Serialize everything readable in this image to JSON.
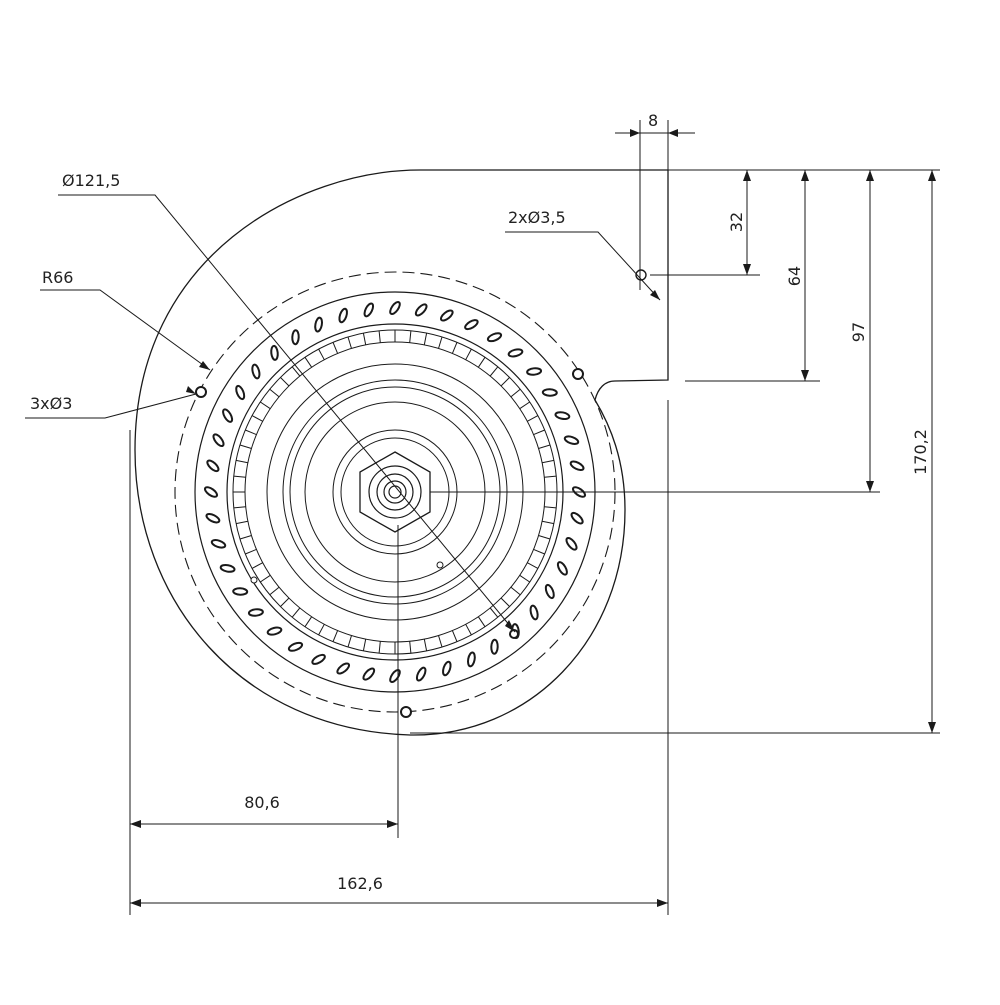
{
  "drawing": {
    "line_color": "#1a1a1a",
    "background": "#ffffff",
    "labels": {
      "dim_8": "8",
      "dim_32": "32",
      "dim_64": "64",
      "dim_97": "97",
      "dim_170_2": "170,2",
      "dim_80_6": "80,6",
      "dim_162_6": "162,6",
      "dia_121_5": "Ø121,5",
      "radius_66": "R66",
      "holes_3x3": "3xØ3",
      "holes_2x3_5": "2xØ3,5"
    }
  }
}
